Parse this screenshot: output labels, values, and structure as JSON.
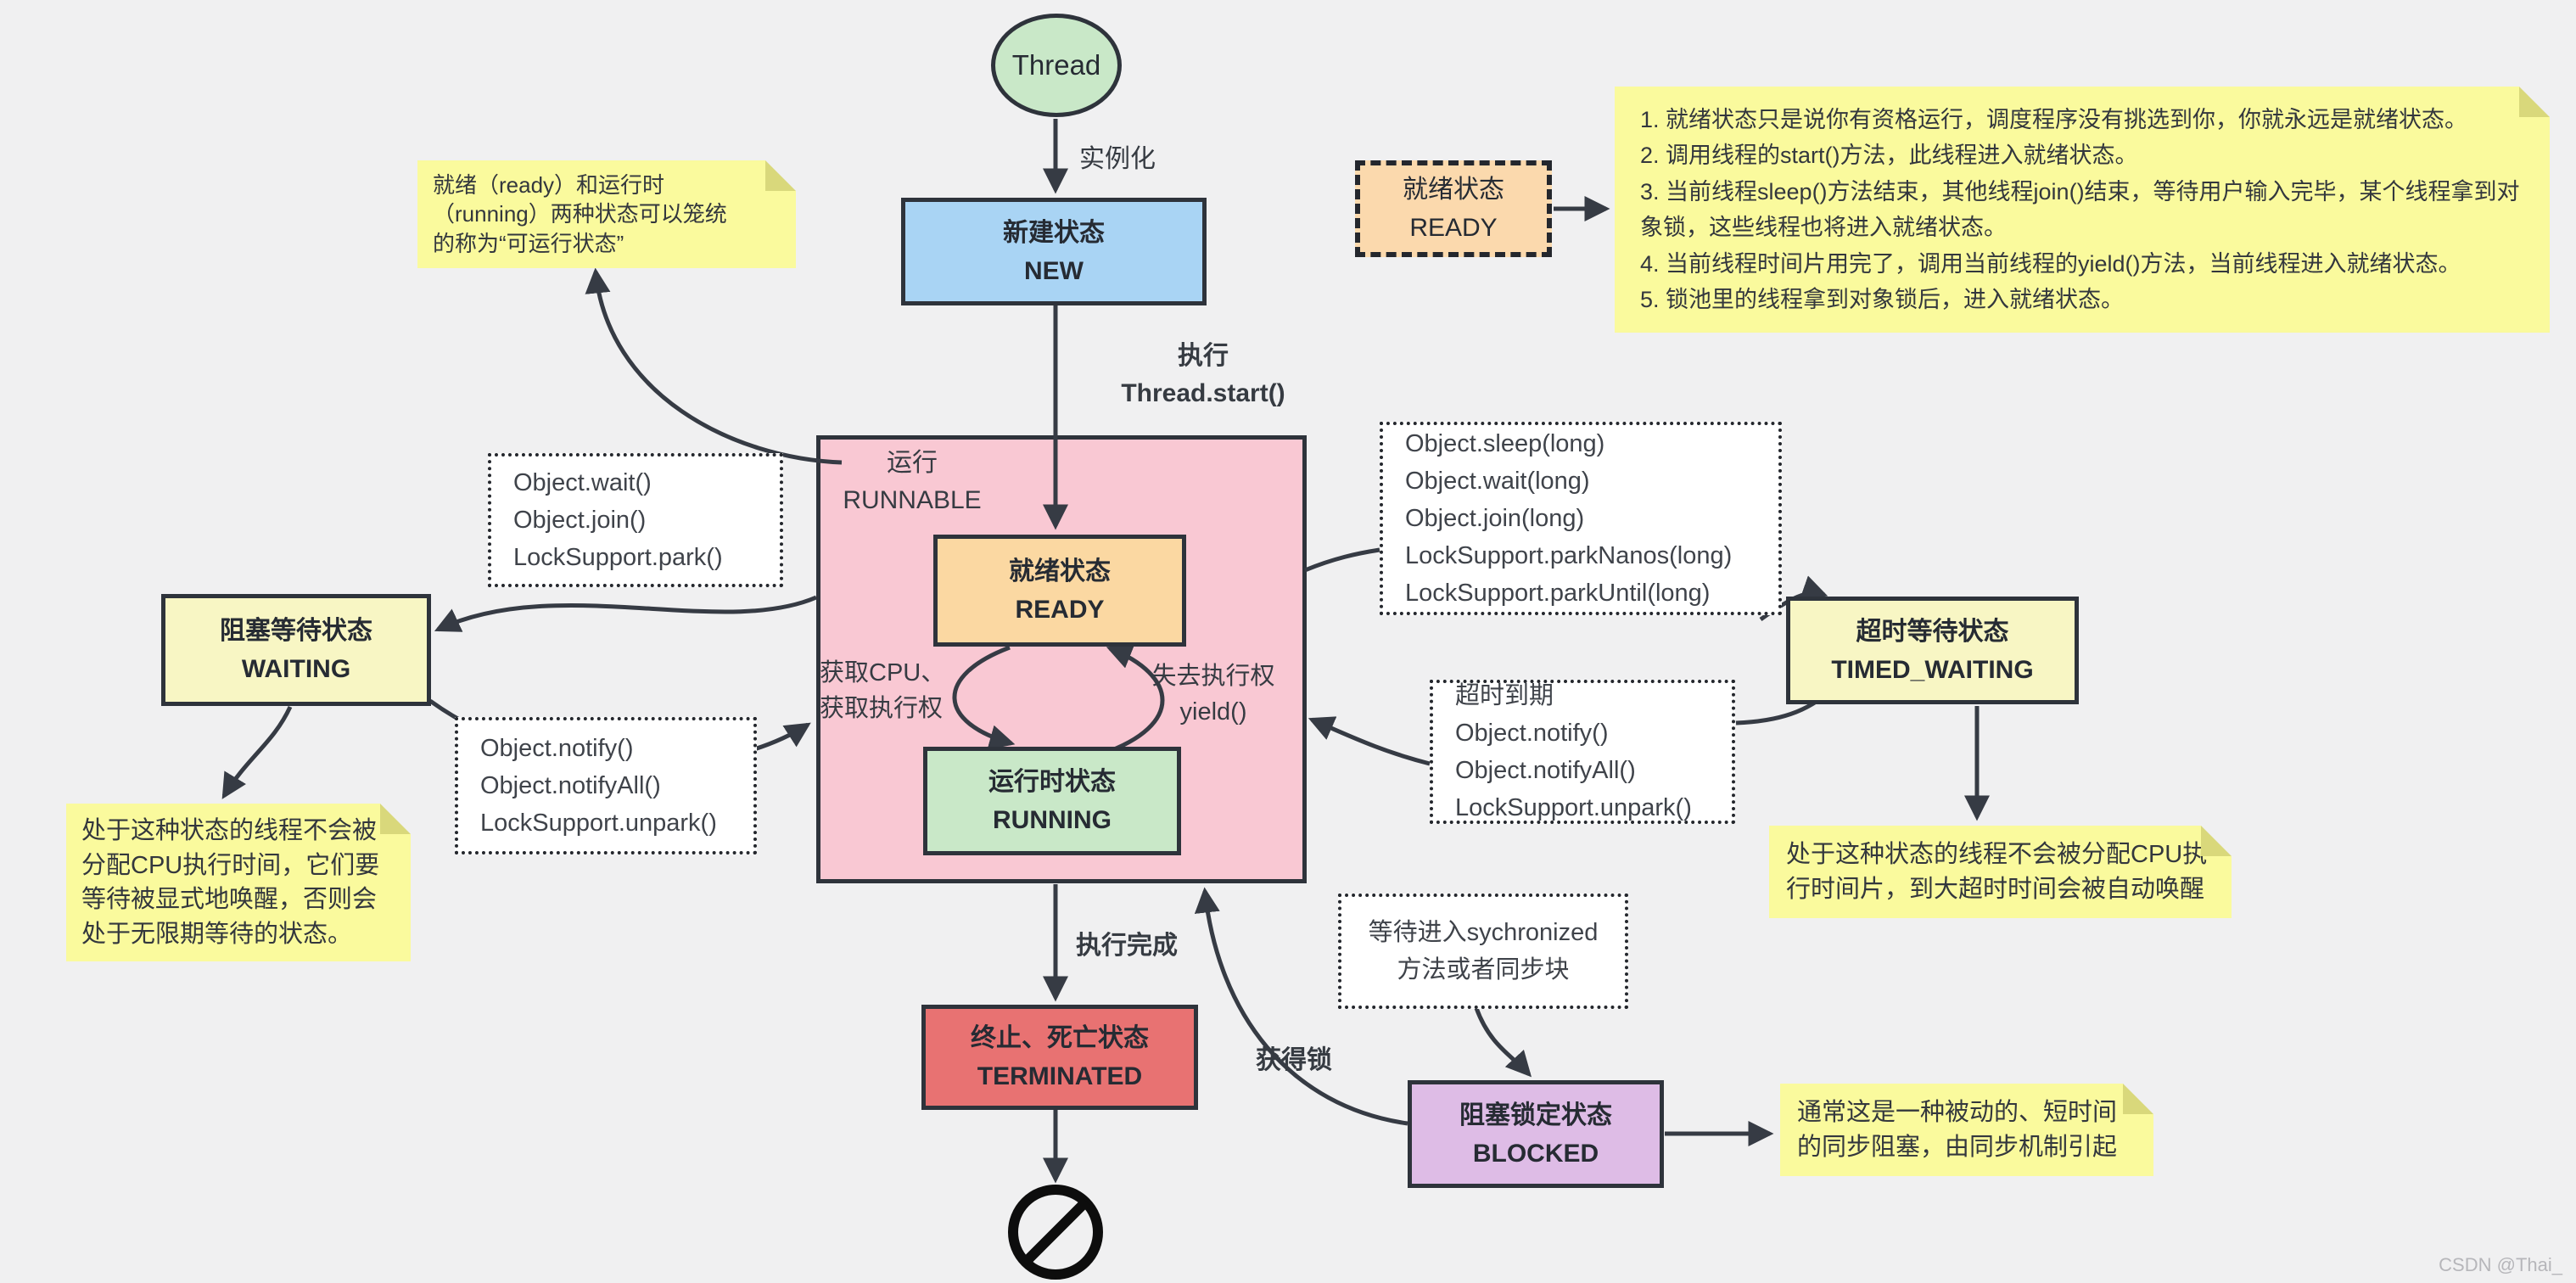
{
  "watermark": "CSDN @Thai_",
  "nodes": {
    "thread": "Thread",
    "new_state": "新建状态\nNEW",
    "runnable": "运行\nRUNNABLE",
    "ready": "就绪状态\nREADY",
    "running": "运行时状态\nRUNNING",
    "waiting": "阻塞等待状态\nWAITING",
    "timed_waiting": "超时等待状态\nTIMED_WAITING",
    "terminated": "终止、死亡状态\nTERMINATED",
    "blocked": "阻塞锁定状态\nBLOCKED",
    "ready_legend": "就绪状态\nREADY"
  },
  "edge_labels": {
    "instantiate": "实例化",
    "start": "执行\nThread.start()",
    "acquire_cpu": "获取CPU、\n获取执行权",
    "lose_execution": "失去执行权\nyield()",
    "complete": "执行完成",
    "acquire_lock": "获得锁"
  },
  "method_boxes": {
    "waiting_methods": "Object.wait()\nObject.join()\nLockSupport.park()",
    "notify_methods": "Object.notify()\nObject.notifyAll()\nLockSupport.unpark()",
    "timed_methods": "Object.sleep(long)\nObject.wait(long)\nObject.join(long)\nLockSupport.parkNanos(long)\nLockSupport.parkUntil(long)",
    "timeout_methods": "超时到期\nObject.notify()\nObject.notifyAll()\nLockSupport.unpark()",
    "sync_wait": "等待进入sychronized\n方法或者同步块"
  },
  "notes": {
    "runnable_note": "就绪（ready）和运行时\n（running）两种状态可以笼统\n的称为“可运行状态”",
    "ready_note": "1. 就绪状态只是说你有资格运行，调度程序没有挑选到你，你就永远是就绪状态。\n2. 调用线程的start()方法，此线程进入就绪状态。\n3. 当前线程sleep()方法结束，其他线程join()结束，等待用户输入完毕，某个线程拿到对象锁，这些线程也将进入就绪状态。\n4. 当前线程时间片用完了，调用当前线程的yield()方法，当前线程进入就绪状态。\n5. 锁池里的线程拿到对象锁后，进入就绪状态。",
    "waiting_note": "处于这种状态的线程不会被\n分配CPU执行时间，它们要\n等待被显式地唤醒，否则会\n处于无限期等待的状态。",
    "timed_note": "处于这种状态的线程不会被分配CPU执\n行时间片，到大超时时间会被自动唤醒",
    "blocked_note": "通常这是一种被动的、短时间\n的同步阻塞，由同步机制引起"
  },
  "colors": {
    "background": "#f0f0f1",
    "node_border": "#2e333b",
    "arrow": "#363b44",
    "runnable_fill": "#f9c8d3",
    "ready_fill": "#fbd8a2",
    "running_fill": "#c9e8c8",
    "new_fill": "#a9d4f4",
    "thread_fill": "#c9e8c8",
    "waiting_fill": "#f8f6c4",
    "terminated_fill": "#e87272",
    "blocked_fill": "#debce6",
    "legend_fill": "#fbd9ad",
    "note_fill": "#fafa9d"
  }
}
